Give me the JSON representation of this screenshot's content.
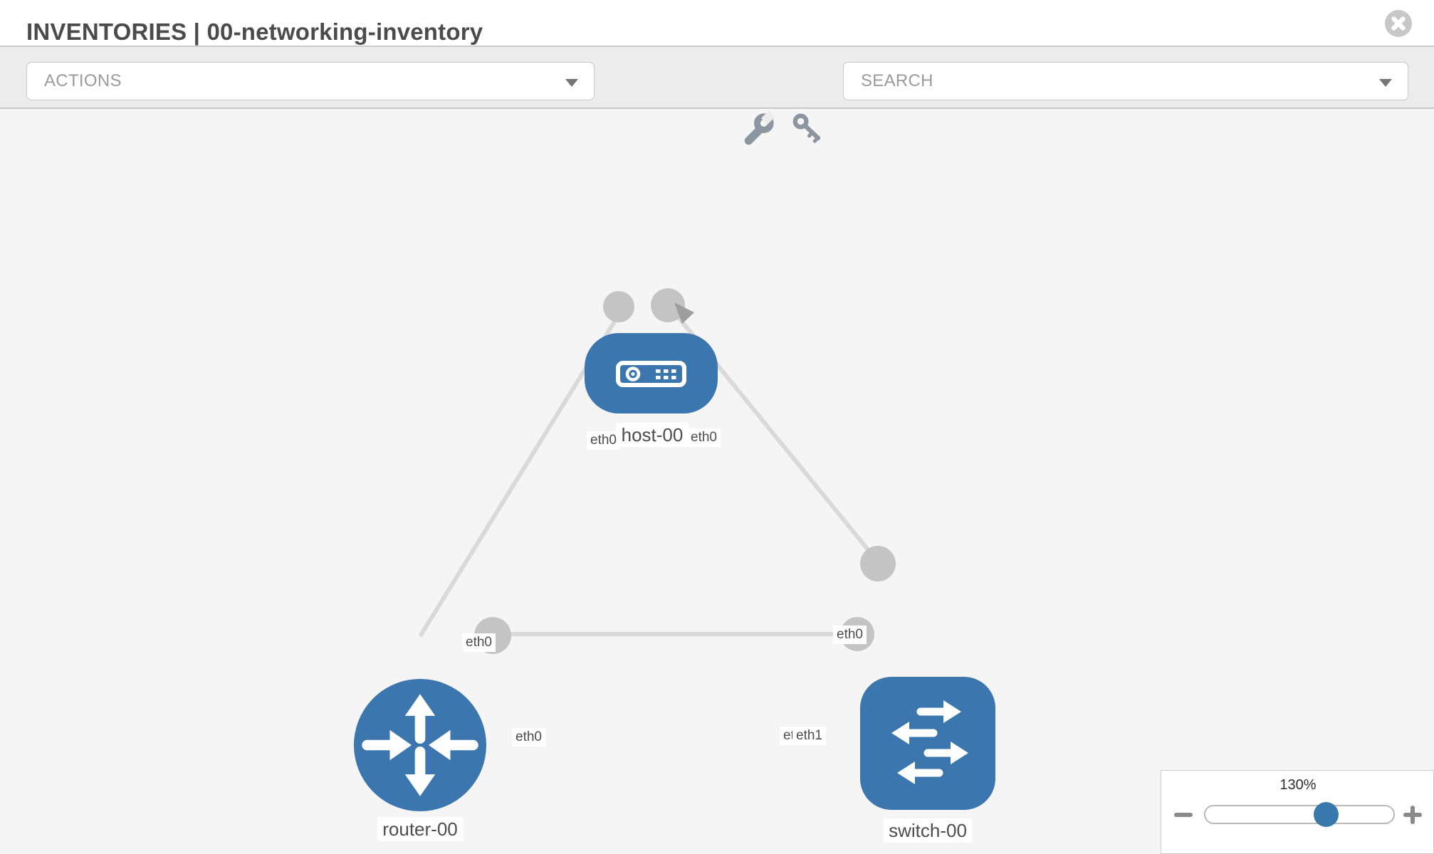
{
  "window": {
    "title": "INVENTORIES | 00-networking-inventory"
  },
  "toolbar": {
    "actions_label": "ACTIONS",
    "search_label": "SEARCH",
    "icons": [
      "wrench-icon",
      "key-icon"
    ]
  },
  "topology": {
    "nodes": [
      {
        "label": "host-00",
        "type": "host"
      },
      {
        "label": "router-00",
        "type": "router"
      },
      {
        "label": "switch-00",
        "type": "switch"
      }
    ],
    "links": [
      {
        "from": "router-00",
        "from_interface": "eth0",
        "to": "host-00",
        "to_interface": "eth0"
      },
      {
        "from": "host-00",
        "from_interface": "eth0",
        "to": "switch-00",
        "to_interface": "eth0"
      },
      {
        "from": "router-00",
        "from_interface": "eth0",
        "to": "switch-00",
        "to_interface": "eth1"
      }
    ],
    "interface_labels": [
      {
        "text": "eth0"
      },
      {
        "text": "eth0"
      },
      {
        "text": "eth0"
      },
      {
        "text": "eth0"
      },
      {
        "text": "eth0"
      },
      {
        "text": "eth0"
      },
      {
        "text": "eth1"
      }
    ]
  },
  "zoom_control": {
    "level": "130%",
    "icons": [
      "minus-icon",
      "plus-icon"
    ]
  },
  "colors": {
    "node_fill": "#3b76af",
    "slider_handle": "#3878ac",
    "edge_line": "#d9d9d9",
    "endpoint_dot": "#c4c4c4",
    "toolbar_icon": "#8b96a0",
    "toolbar_bg": "#ececec",
    "canvas_bg": "#f5f5f5"
  },
  "icons": [
    "close-icon",
    "wrench-icon",
    "key-icon",
    "chevron-down-icon",
    "minus-icon",
    "plus-icon"
  ]
}
